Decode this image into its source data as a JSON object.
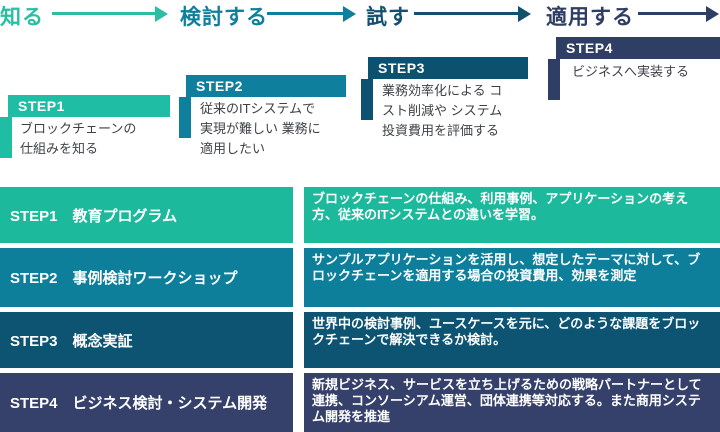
{
  "flow": {
    "steps": [
      {
        "label": "知る",
        "color": "#2BBEA3"
      },
      {
        "label": "検討する",
        "color": "#0E7F9C"
      },
      {
        "label": "試す",
        "color": "#134F70"
      },
      {
        "label": "適用する",
        "color": "#2E3D63"
      }
    ]
  },
  "boxes": [
    {
      "step": "STEP1",
      "color": "#1FBDA3",
      "lines": [
        "ブロックチェーンの",
        "仕組みを知る"
      ]
    },
    {
      "step": "STEP2",
      "color": "#0E7F9C",
      "lines": [
        "従来のITシステムで",
        "実現が難しい 業務に",
        "適用したい"
      ]
    },
    {
      "step": "STEP3",
      "color": "#0C5170",
      "lines": [
        "業務効率化による コ",
        "スト削減や システム",
        "投資費用を評価する"
      ]
    },
    {
      "step": "STEP4",
      "color": "#2F3E64",
      "lines": [
        "ビジネスへ実装する"
      ]
    }
  ],
  "table": {
    "rows": [
      {
        "label": "STEP1　教育プログラム",
        "description": "ブロックチェーンの仕組み、利用事例、アプリケーションの考え方、従来のITシステムとの違いを学習。",
        "color": "#1DB99D"
      },
      {
        "label": "STEP2　事例検討ワークショップ",
        "description": "サンプルアプリケーションを活用し、想定したテーマに対して、ブロックチェーンを適用する場合の投資費用、効果を測定",
        "color": "#0D7F9B"
      },
      {
        "label": "STEP3　概念実証",
        "description": "世界中の検討事例、ユースケースを元に、どのような課題をブロックチェーンで解決できるか検討。",
        "color": "#0D5473"
      },
      {
        "label": "STEP4　ビジネス検討・システム開発",
        "description": "新規ビジネス、サービスを立ち上げるための戦略パートナーとして連携、コンソーシアム運営、団体連携等対応する。また商用システム開発を推進",
        "color": "#36416B"
      }
    ]
  }
}
